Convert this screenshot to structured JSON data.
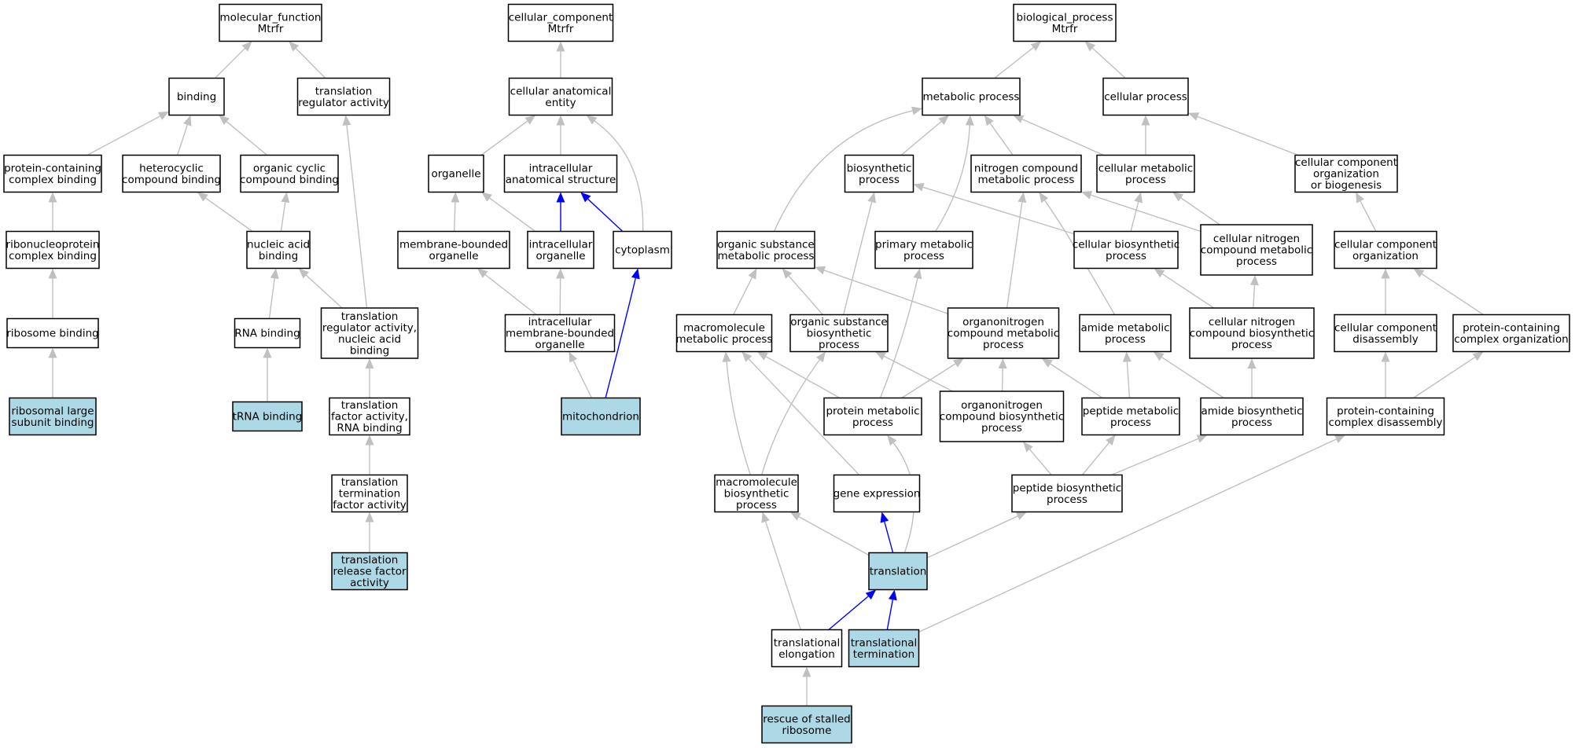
{
  "graph": {
    "colors": {
      "plain": "#ffffff",
      "highlight": "#add8e6",
      "edge_gray": "#c0c0c0",
      "edge_blue": "#0000ff",
      "border": "#000000"
    },
    "nodes": [
      {
        "id": "mf",
        "lines": [
          "molecular_function",
          "Mtrfr"
        ],
        "highlight": false
      },
      {
        "id": "binding",
        "lines": [
          "binding"
        ],
        "highlight": false
      },
      {
        "id": "tra",
        "lines": [
          "translation",
          "regulator activity"
        ],
        "highlight": false
      },
      {
        "id": "pccb",
        "lines": [
          "protein-containing",
          "complex binding"
        ],
        "highlight": false
      },
      {
        "id": "hcb",
        "lines": [
          "heterocyclic",
          "compound binding"
        ],
        "highlight": false
      },
      {
        "id": "ocb",
        "lines": [
          "organic cyclic",
          "compound binding"
        ],
        "highlight": false
      },
      {
        "id": "rnpcb",
        "lines": [
          "ribonucleoprotein",
          "complex binding"
        ],
        "highlight": false
      },
      {
        "id": "nab",
        "lines": [
          "nucleic acid",
          "binding"
        ],
        "highlight": false
      },
      {
        "id": "ribob",
        "lines": [
          "ribosome binding"
        ],
        "highlight": false
      },
      {
        "id": "rnab",
        "lines": [
          "RNA binding"
        ],
        "highlight": false
      },
      {
        "id": "tranab",
        "lines": [
          "translation",
          "regulator activity,",
          "nucleic acid",
          "binding"
        ],
        "highlight": false
      },
      {
        "id": "rlsb",
        "lines": [
          "ribosomal large",
          "subunit binding"
        ],
        "highlight": true
      },
      {
        "id": "trnab",
        "lines": [
          "tRNA binding"
        ],
        "highlight": true
      },
      {
        "id": "tfarb",
        "lines": [
          "translation",
          "factor activity,",
          "RNA binding"
        ],
        "highlight": false
      },
      {
        "id": "ttfa",
        "lines": [
          "translation",
          "termination",
          "factor activity"
        ],
        "highlight": false
      },
      {
        "id": "trfa",
        "lines": [
          "translation",
          "release factor",
          "activity"
        ],
        "highlight": true
      },
      {
        "id": "cc",
        "lines": [
          "cellular_component",
          "Mtrfr"
        ],
        "highlight": false
      },
      {
        "id": "cae",
        "lines": [
          "cellular anatomical",
          "entity"
        ],
        "highlight": false
      },
      {
        "id": "organelle",
        "lines": [
          "organelle"
        ],
        "highlight": false
      },
      {
        "id": "ias",
        "lines": [
          "intracellular",
          "anatomical structure"
        ],
        "highlight": false
      },
      {
        "id": "mbo",
        "lines": [
          "membrane-bounded",
          "organelle"
        ],
        "highlight": false
      },
      {
        "id": "io",
        "lines": [
          "intracellular",
          "organelle"
        ],
        "highlight": false
      },
      {
        "id": "cyto",
        "lines": [
          "cytoplasm"
        ],
        "highlight": false
      },
      {
        "id": "imbo",
        "lines": [
          "intracellular",
          "membrane-bounded",
          "organelle"
        ],
        "highlight": false
      },
      {
        "id": "mito",
        "lines": [
          "mitochondrion"
        ],
        "highlight": true
      },
      {
        "id": "bp",
        "lines": [
          "biological_process",
          "Mtrfr"
        ],
        "highlight": false
      },
      {
        "id": "metp",
        "lines": [
          "metabolic process"
        ],
        "highlight": false
      },
      {
        "id": "cellp",
        "lines": [
          "cellular process"
        ],
        "highlight": false
      },
      {
        "id": "biop",
        "lines": [
          "biosynthetic",
          "process"
        ],
        "highlight": false
      },
      {
        "id": "ncmp",
        "lines": [
          "nitrogen compound",
          "metabolic process"
        ],
        "highlight": false
      },
      {
        "id": "cmp",
        "lines": [
          "cellular metabolic",
          "process"
        ],
        "highlight": false
      },
      {
        "id": "ccob",
        "lines": [
          "cellular component",
          "organization",
          "or biogenesis"
        ],
        "highlight": false
      },
      {
        "id": "osmp",
        "lines": [
          "organic substance",
          "metabolic process"
        ],
        "highlight": false
      },
      {
        "id": "pmp",
        "lines": [
          "primary metabolic",
          "process"
        ],
        "highlight": false
      },
      {
        "id": "cbp",
        "lines": [
          "cellular biosynthetic",
          "process"
        ],
        "highlight": false
      },
      {
        "id": "cncmp",
        "lines": [
          "cellular nitrogen",
          "compound metabolic",
          "process"
        ],
        "highlight": false
      },
      {
        "id": "cco",
        "lines": [
          "cellular component",
          "organization"
        ],
        "highlight": false
      },
      {
        "id": "mmp",
        "lines": [
          "macromolecule",
          "metabolic process"
        ],
        "highlight": false
      },
      {
        "id": "osbp",
        "lines": [
          "organic substance",
          "biosynthetic",
          "process"
        ],
        "highlight": false
      },
      {
        "id": "oncmp",
        "lines": [
          "organonitrogen",
          "compound metabolic",
          "process"
        ],
        "highlight": false
      },
      {
        "id": "amp",
        "lines": [
          "amide metabolic",
          "process"
        ],
        "highlight": false
      },
      {
        "id": "cncbp",
        "lines": [
          "cellular nitrogen",
          "compound biosynthetic",
          "process"
        ],
        "highlight": false
      },
      {
        "id": "ccd",
        "lines": [
          "cellular component",
          "disassembly"
        ],
        "highlight": false
      },
      {
        "id": "pcco",
        "lines": [
          "protein-containing",
          "complex organization"
        ],
        "highlight": false
      },
      {
        "id": "protmp",
        "lines": [
          "protein metabolic",
          "process"
        ],
        "highlight": false
      },
      {
        "id": "oncbp",
        "lines": [
          "organonitrogen",
          "compound biosynthetic",
          "process"
        ],
        "highlight": false
      },
      {
        "id": "pepmp",
        "lines": [
          "peptide metabolic",
          "process"
        ],
        "highlight": false
      },
      {
        "id": "abp",
        "lines": [
          "amide biosynthetic",
          "process"
        ],
        "highlight": false
      },
      {
        "id": "pccd",
        "lines": [
          "protein-containing",
          "complex disassembly"
        ],
        "highlight": false
      },
      {
        "id": "mbp",
        "lines": [
          "macromolecule",
          "biosynthetic",
          "process"
        ],
        "highlight": false
      },
      {
        "id": "ge",
        "lines": [
          "gene expression"
        ],
        "highlight": false
      },
      {
        "id": "pepbp",
        "lines": [
          "peptide biosynthetic",
          "process"
        ],
        "highlight": false
      },
      {
        "id": "transl",
        "lines": [
          "translation"
        ],
        "highlight": true
      },
      {
        "id": "telong",
        "lines": [
          "translational",
          "elongation"
        ],
        "highlight": false
      },
      {
        "id": "tterm",
        "lines": [
          "translational",
          "termination"
        ],
        "highlight": true
      },
      {
        "id": "rsr",
        "lines": [
          "rescue of stalled",
          "ribosome"
        ],
        "highlight": true
      }
    ],
    "edges": [
      {
        "from": "binding",
        "to": "mf",
        "color": "gray"
      },
      {
        "from": "tra",
        "to": "mf",
        "color": "gray"
      },
      {
        "from": "pccb",
        "to": "binding",
        "color": "gray"
      },
      {
        "from": "hcb",
        "to": "binding",
        "color": "gray"
      },
      {
        "from": "ocb",
        "to": "binding",
        "color": "gray"
      },
      {
        "from": "rnpcb",
        "to": "pccb",
        "color": "gray"
      },
      {
        "from": "nab",
        "to": "hcb",
        "color": "gray"
      },
      {
        "from": "nab",
        "to": "ocb",
        "color": "gray"
      },
      {
        "from": "ribob",
        "to": "rnpcb",
        "color": "gray"
      },
      {
        "from": "rnab",
        "to": "nab",
        "color": "gray"
      },
      {
        "from": "tranab",
        "to": "nab",
        "color": "gray"
      },
      {
        "from": "tranab",
        "to": "tra",
        "color": "gray"
      },
      {
        "from": "rlsb",
        "to": "ribob",
        "color": "gray"
      },
      {
        "from": "trnab",
        "to": "rnab",
        "color": "gray"
      },
      {
        "from": "tfarb",
        "to": "tranab",
        "color": "gray"
      },
      {
        "from": "ttfa",
        "to": "tfarb",
        "color": "gray"
      },
      {
        "from": "trfa",
        "to": "ttfa",
        "color": "gray"
      },
      {
        "from": "cae",
        "to": "cc",
        "color": "gray"
      },
      {
        "from": "organelle",
        "to": "cae",
        "color": "gray"
      },
      {
        "from": "ias",
        "to": "cae",
        "color": "gray"
      },
      {
        "from": "cyto",
        "to": "cae",
        "color": "gray",
        "curve": true
      },
      {
        "from": "mbo",
        "to": "organelle",
        "color": "gray"
      },
      {
        "from": "io",
        "to": "organelle",
        "color": "gray"
      },
      {
        "from": "io",
        "to": "ias",
        "color": "blue"
      },
      {
        "from": "cyto",
        "to": "ias",
        "color": "blue"
      },
      {
        "from": "imbo",
        "to": "mbo",
        "color": "gray"
      },
      {
        "from": "imbo",
        "to": "io",
        "color": "gray"
      },
      {
        "from": "mito",
        "to": "imbo",
        "color": "gray"
      },
      {
        "from": "mito",
        "to": "cyto",
        "color": "blue",
        "curve": true
      },
      {
        "from": "metp",
        "to": "bp",
        "color": "gray"
      },
      {
        "from": "cellp",
        "to": "bp",
        "color": "gray"
      },
      {
        "from": "biop",
        "to": "metp",
        "color": "gray"
      },
      {
        "from": "ncmp",
        "to": "metp",
        "color": "gray"
      },
      {
        "from": "cmp",
        "to": "metp",
        "color": "gray"
      },
      {
        "from": "cmp",
        "to": "cellp",
        "color": "gray"
      },
      {
        "from": "ccob",
        "to": "cellp",
        "color": "gray"
      },
      {
        "from": "osmp",
        "to": "metp",
        "color": "gray",
        "curve": true
      },
      {
        "from": "pmp",
        "to": "metp",
        "color": "gray",
        "curve": true
      },
      {
        "from": "cbp",
        "to": "biop",
        "color": "gray"
      },
      {
        "from": "cbp",
        "to": "cmp",
        "color": "gray"
      },
      {
        "from": "cncmp",
        "to": "ncmp",
        "color": "gray"
      },
      {
        "from": "cncmp",
        "to": "cmp",
        "color": "gray"
      },
      {
        "from": "cco",
        "to": "ccob",
        "color": "gray"
      },
      {
        "from": "mmp",
        "to": "osmp",
        "color": "gray"
      },
      {
        "from": "osbp",
        "to": "osmp",
        "color": "gray"
      },
      {
        "from": "osbp",
        "to": "biop",
        "color": "gray",
        "curve": true
      },
      {
        "from": "oncmp",
        "to": "osmp",
        "color": "gray"
      },
      {
        "from": "oncmp",
        "to": "ncmp",
        "color": "gray"
      },
      {
        "from": "amp",
        "to": "ncmp",
        "color": "gray",
        "curve": true
      },
      {
        "from": "cncbp",
        "to": "cbp",
        "color": "gray"
      },
      {
        "from": "cncbp",
        "to": "cncmp",
        "color": "gray"
      },
      {
        "from": "ccd",
        "to": "cco",
        "color": "gray"
      },
      {
        "from": "pcco",
        "to": "cco",
        "color": "gray"
      },
      {
        "from": "protmp",
        "to": "mmp",
        "color": "gray"
      },
      {
        "from": "protmp",
        "to": "oncmp",
        "color": "gray"
      },
      {
        "from": "protmp",
        "to": "pmp",
        "color": "gray",
        "curve": true
      },
      {
        "from": "oncbp",
        "to": "oncmp",
        "color": "gray"
      },
      {
        "from": "oncbp",
        "to": "osbp",
        "color": "gray"
      },
      {
        "from": "pepmp",
        "to": "oncmp",
        "color": "gray"
      },
      {
        "from": "pepmp",
        "to": "amp",
        "color": "gray"
      },
      {
        "from": "abp",
        "to": "amp",
        "color": "gray"
      },
      {
        "from": "abp",
        "to": "cncbp",
        "color": "gray"
      },
      {
        "from": "pccd",
        "to": "ccd",
        "color": "gray"
      },
      {
        "from": "pccd",
        "to": "pcco",
        "color": "gray"
      },
      {
        "from": "mbp",
        "to": "mmp",
        "color": "gray",
        "curve": true
      },
      {
        "from": "mbp",
        "to": "osbp",
        "color": "gray",
        "curve": true
      },
      {
        "from": "ge",
        "to": "mmp",
        "color": "gray"
      },
      {
        "from": "pepbp",
        "to": "pepmp",
        "color": "gray"
      },
      {
        "from": "pepbp",
        "to": "abp",
        "color": "gray"
      },
      {
        "from": "pepbp",
        "to": "oncbp",
        "color": "gray"
      },
      {
        "from": "transl",
        "to": "mbp",
        "color": "gray"
      },
      {
        "from": "transl",
        "to": "ge",
        "color": "blue"
      },
      {
        "from": "transl",
        "to": "pepbp",
        "color": "gray"
      },
      {
        "from": "transl",
        "to": "protmp",
        "color": "gray",
        "curve": true
      },
      {
        "from": "telong",
        "to": "transl",
        "color": "blue"
      },
      {
        "from": "telong",
        "to": "mbp",
        "color": "gray"
      },
      {
        "from": "tterm",
        "to": "transl",
        "color": "blue"
      },
      {
        "from": "tterm",
        "to": "pccd",
        "color": "gray"
      },
      {
        "from": "rsr",
        "to": "telong",
        "color": "gray"
      }
    ]
  }
}
